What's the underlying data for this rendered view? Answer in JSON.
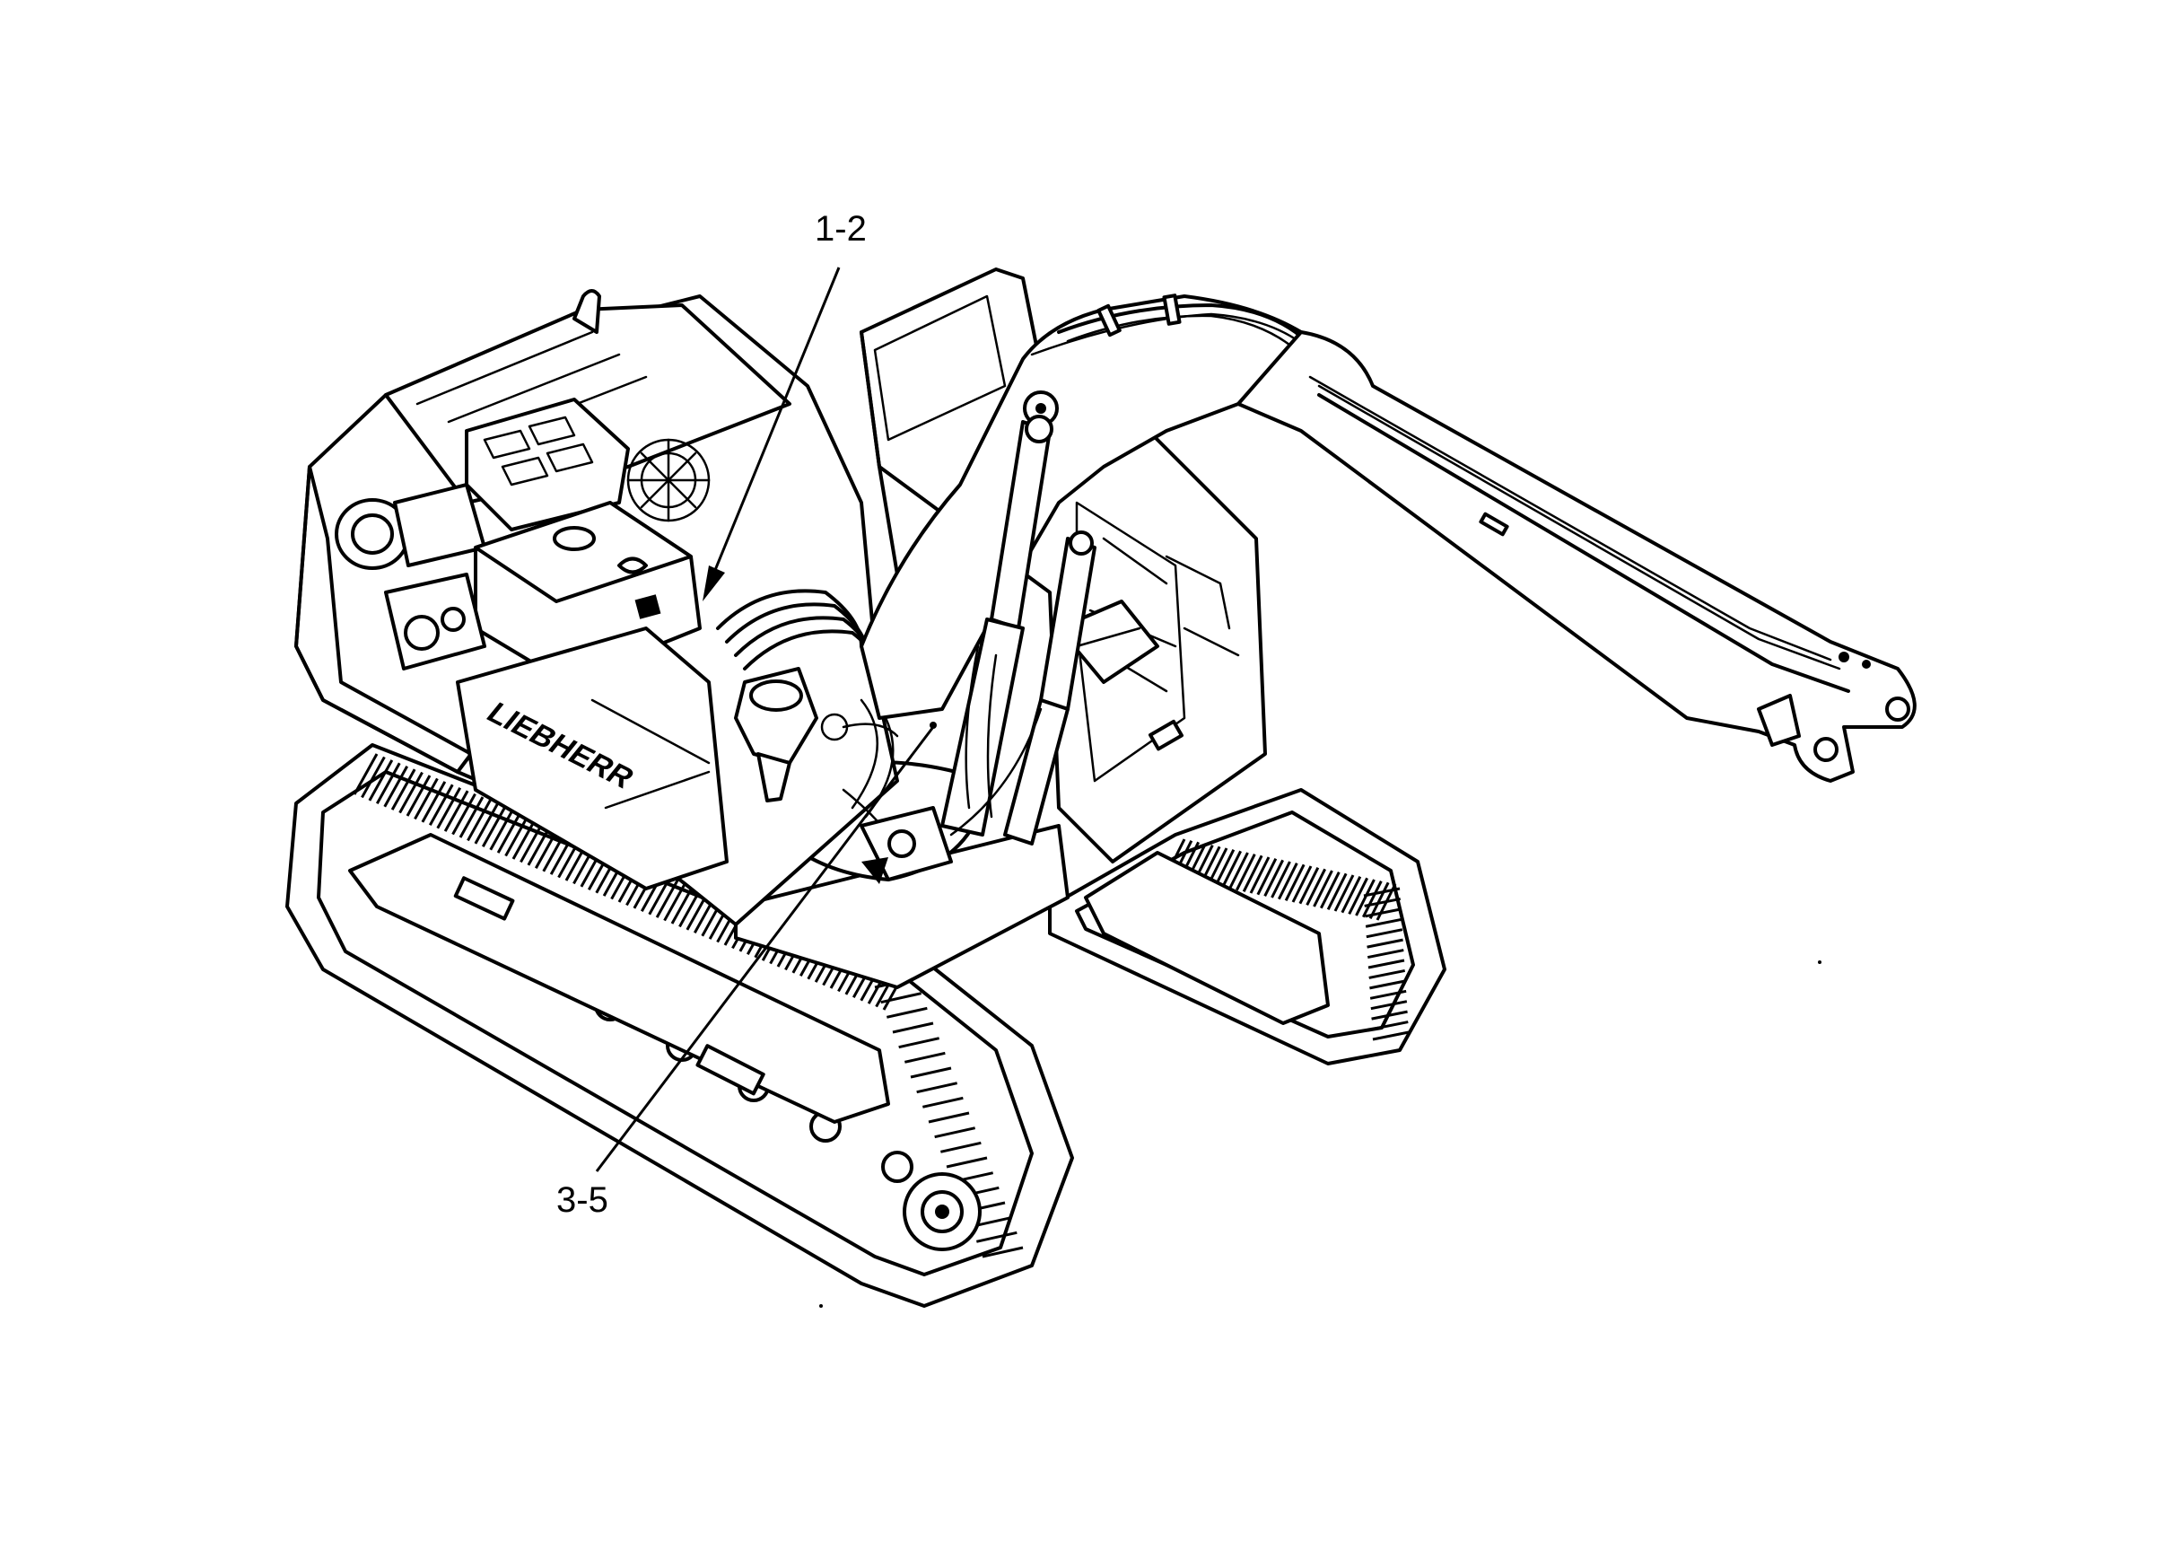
{
  "diagram": {
    "callouts": {
      "top": "1-2",
      "bottom": "3-5"
    },
    "decal_text": "LIEBHERR",
    "colors": {
      "ink": "#000000",
      "paper": "#ffffff"
    }
  }
}
